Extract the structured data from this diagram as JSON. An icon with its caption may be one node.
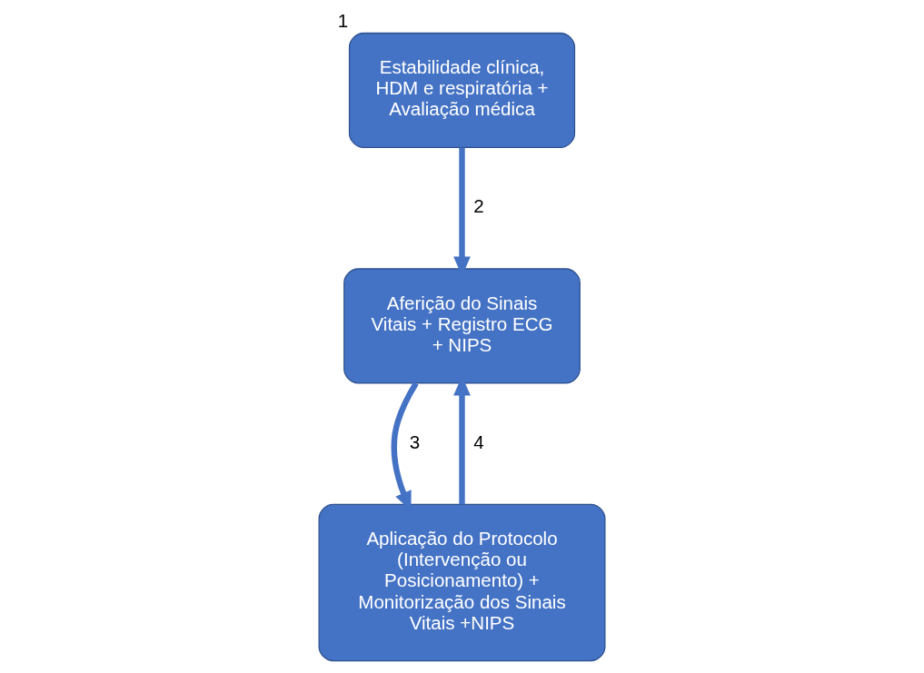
{
  "diagram": {
    "nodes": [
      {
        "text": [
          "Estabilidade clínica, HDM e respiratória + Avaliação médica"
        ],
        "beside": [
          "1"
        ]
      },
      {
        "text": [
          "Aferição do Sinais Vitais + Registro ECG + NIPS"
        ]
      },
      {
        "text": [
          "Aplicação do Protocolo (Intervenção ou Posicionamento) + Monitorização dos Sinais Vitais +NIPS"
        ]
      }
    ],
    "edges": [
      {
        "from": 0,
        "to": 1,
        "arrow": "to",
        "label": "2"
      },
      {
        "from": 1,
        "to": 2,
        "arrow": "to",
        "label": "3"
      },
      {
        "from": 2,
        "to": 1,
        "arrow": "to",
        "label": "4"
      }
    ]
  }
}
